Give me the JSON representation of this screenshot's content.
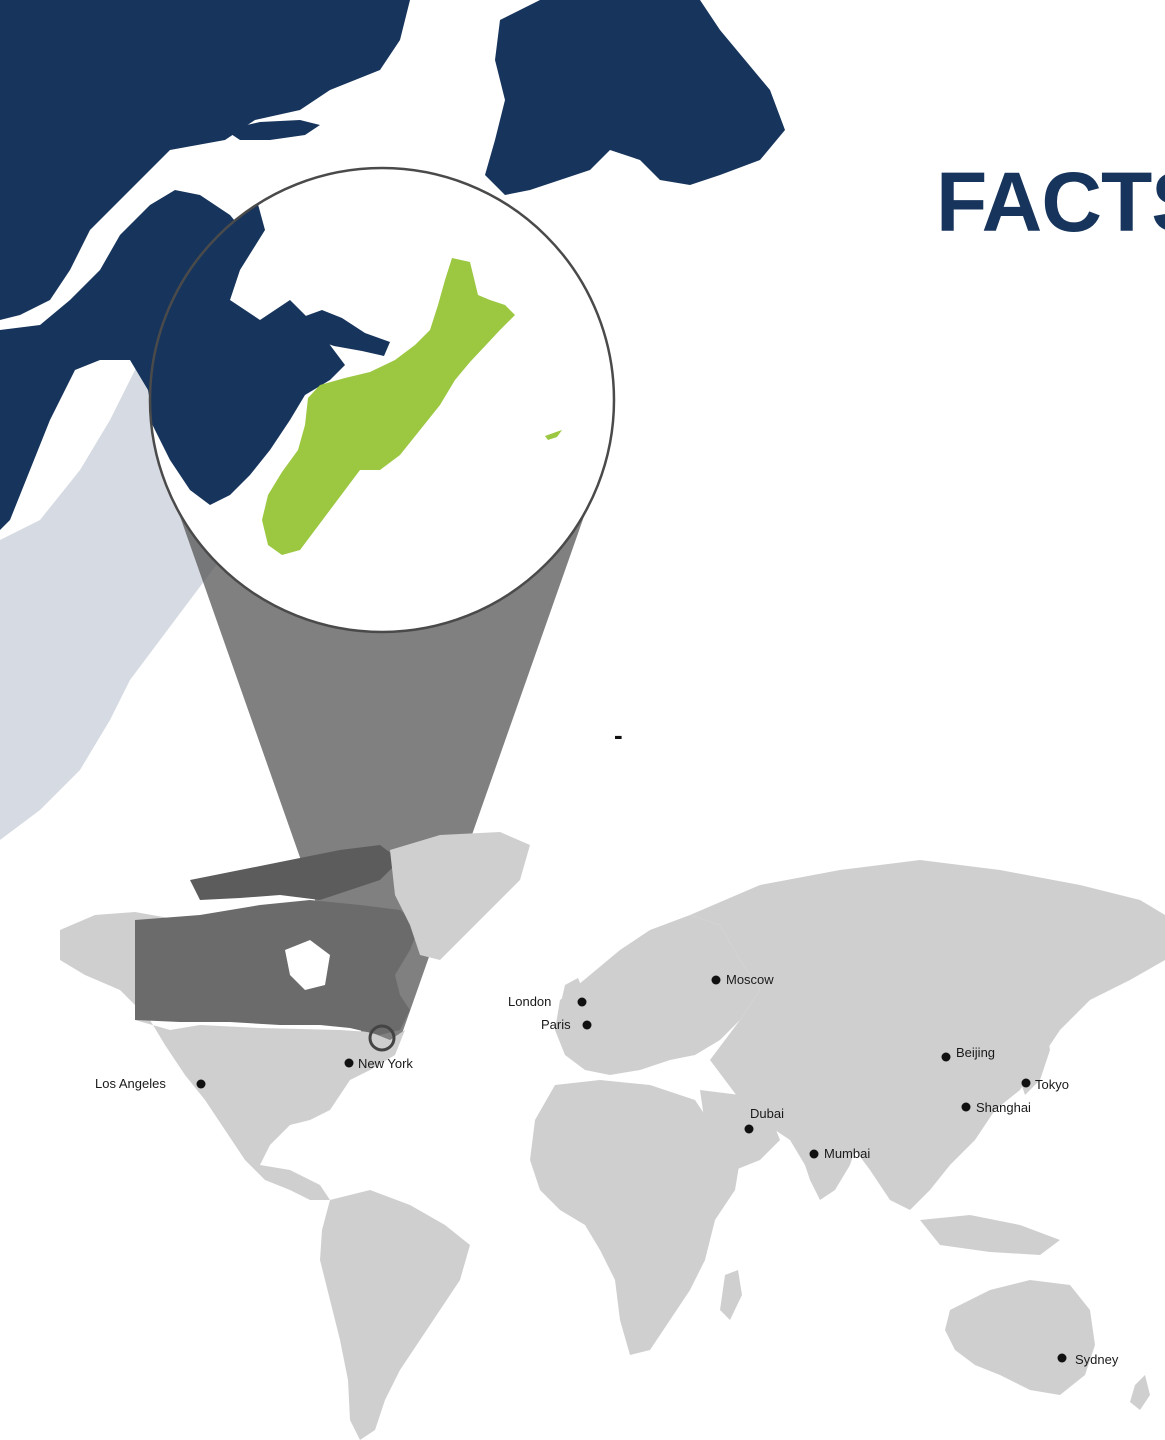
{
  "headline": "FACTS",
  "dash": "-",
  "colors": {
    "regional_land": "#17355c",
    "highlight_province": "#9bc741",
    "us_land": "#d6dae2",
    "world_land": "#cfcfcf",
    "canada_land": "#6b6b6b",
    "zoom_cone": "#6e6e6e",
    "headline": "#17355c"
  },
  "highlighted_region_icon": "nova-scotia-shape",
  "cities": [
    {
      "name": "Moscow"
    },
    {
      "name": "London"
    },
    {
      "name": "Paris"
    },
    {
      "name": "New York"
    },
    {
      "name": "Los Angeles"
    },
    {
      "name": "Beijing"
    },
    {
      "name": "Tokyo"
    },
    {
      "name": "Shanghai"
    },
    {
      "name": "Dubai"
    },
    {
      "name": "Mumbai"
    },
    {
      "name": "Sydney"
    }
  ]
}
